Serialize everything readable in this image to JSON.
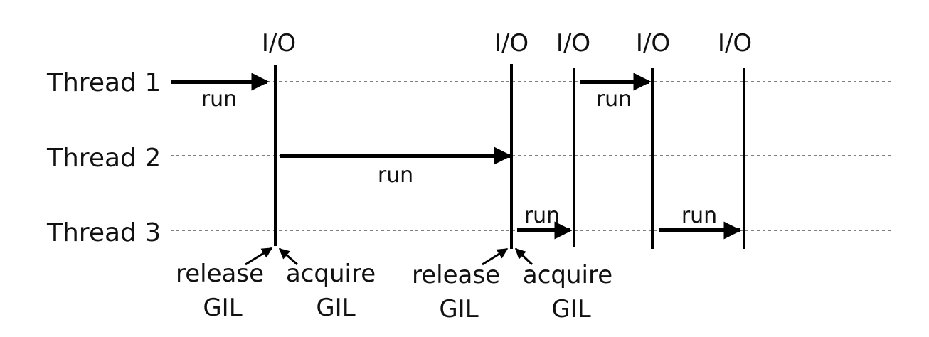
{
  "threads": [
    {
      "label": "Thread 1"
    },
    {
      "label": "Thread 2"
    },
    {
      "label": "Thread 3"
    }
  ],
  "io_label": "I/O",
  "io_events": [
    "I/O",
    "I/O",
    "I/O",
    "I/O",
    "I/O"
  ],
  "run_label": "run",
  "gil_annotations": [
    {
      "action": "release",
      "object": "GIL"
    },
    {
      "action": "acquire",
      "object": "GIL"
    },
    {
      "action": "release",
      "object": "GIL"
    },
    {
      "action": "acquire",
      "object": "GIL"
    }
  ],
  "colors": {
    "ink": "#000000",
    "dashed_line": "#555555",
    "background": "#ffffff"
  }
}
